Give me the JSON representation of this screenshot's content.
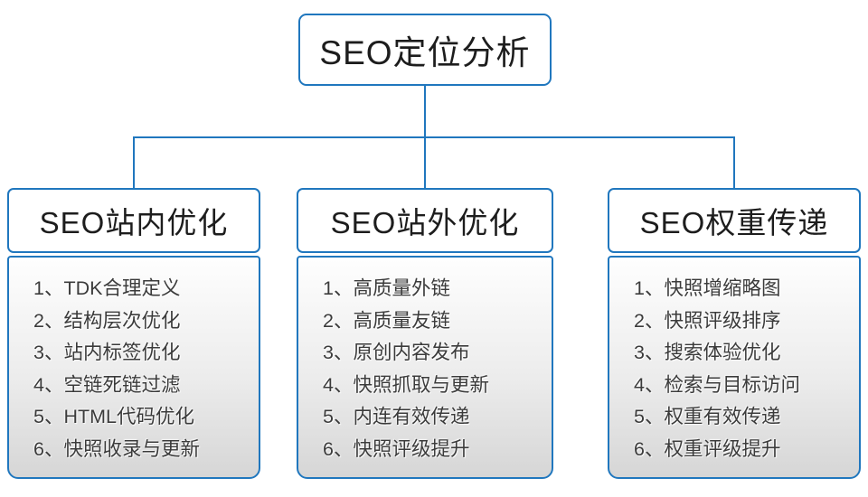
{
  "colors": {
    "line_and_border": "#2077be",
    "header_text": "#1d1d1d",
    "item_text": "#3b3b3b",
    "panel_gradient_top": "#fefefe",
    "panel_gradient_bottom": "#d6d6d6"
  },
  "diagram": {
    "root": {
      "title": "SEO定位分析"
    },
    "columns": [
      {
        "title": "SEO站内优化",
        "items": [
          "1、TDK合理定义",
          "2、结构层次优化",
          "3、站内标签优化",
          "4、空链死链过滤",
          "5、HTML代码优化",
          "6、快照收录与更新"
        ]
      },
      {
        "title": "SEO站外优化",
        "items": [
          "1、高质量外链",
          "2、高质量友链",
          "3、原创内容发布",
          "4、快照抓取与更新",
          "5、内连有效传递",
          "6、快照评级提升"
        ]
      },
      {
        "title": "SEO权重传递",
        "items": [
          "1、快照增缩略图",
          "2、快照评级排序",
          "3、搜索体验优化",
          "4、检索与目标访问",
          "5、权重有效传递",
          "6、权重评级提升"
        ]
      }
    ]
  }
}
